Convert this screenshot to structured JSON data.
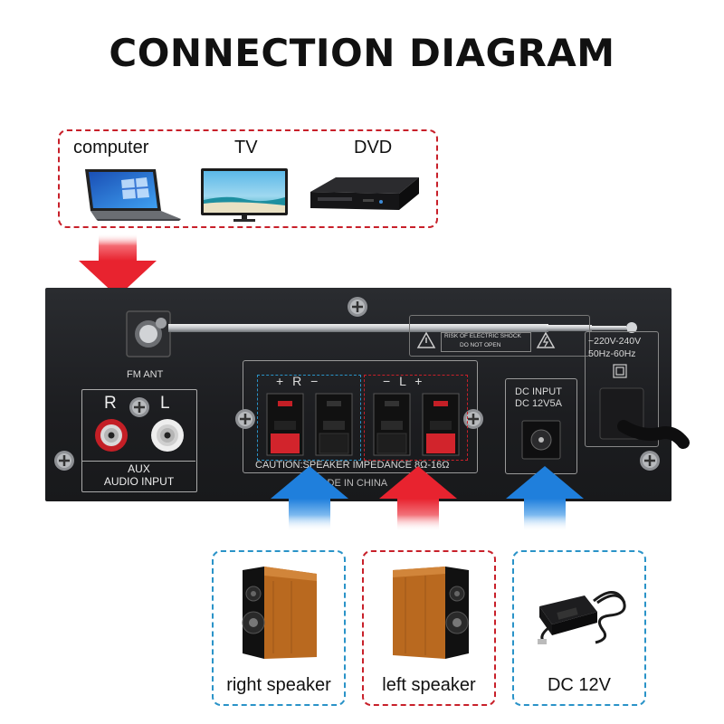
{
  "title": "CONNECTION DIAGRAM",
  "sources": [
    {
      "label": "computer",
      "icon": "laptop-icon"
    },
    {
      "label": "TV",
      "icon": "tv-icon"
    },
    {
      "label": "DVD",
      "icon": "dvd-player-icon"
    }
  ],
  "panel": {
    "fm_ant": "FM ANT",
    "aux_line1": "AUX",
    "aux_line2": "AUDIO INPUT",
    "aux_r": "R",
    "aux_l": "L",
    "spk_r": "+ R −",
    "spk_l": "− L +",
    "caution": "CAUTION:SPEAKER IMPEDANCE 8Ω-16Ω",
    "made_in": "MADE IN CHINA",
    "dc_line1": "DC INPUT",
    "dc_line2": "DC 12V5A",
    "ac_line1": "~220V-240V",
    "ac_line2": "50Hz-60Hz",
    "warn_line1": "RISK OF ELECTRIC SHOCK",
    "warn_line2": "DO NOT OPEN"
  },
  "devices": [
    {
      "label": "right speaker",
      "icon": "speaker-icon",
      "border": "blue"
    },
    {
      "label": "left speaker",
      "icon": "speaker-icon",
      "border": "red"
    },
    {
      "label": "DC 12V",
      "icon": "power-adapter-icon",
      "border": "blue"
    }
  ],
  "colors": {
    "red": "#c8202a",
    "blue": "#2a93c8",
    "arrow_red": "#e8232f",
    "arrow_blue": "#1f7fdc"
  }
}
